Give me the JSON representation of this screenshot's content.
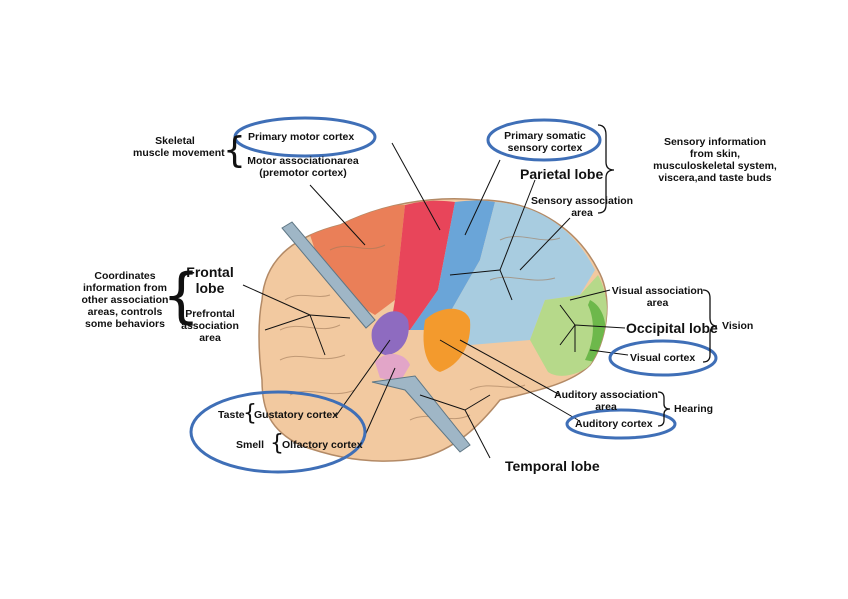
{
  "colors": {
    "ring": "#3f6fb7",
    "frontal": "#f2c9a0",
    "premotor": "#ea7f58",
    "motor": "#e8455a",
    "somatic": "#6aa5d8",
    "parietal": "#a8cce0",
    "occipital_assoc": "#b6d98a",
    "visual": "#6db84b",
    "auditory": "#f39a2d",
    "gustatory": "#8e6bc0",
    "olfactory": "#e2a5c8"
  },
  "labels": {
    "skeletal": "Skeletal\nmuscle movement",
    "primary_motor": "Primary motor cortex",
    "motor_assoc": "Motor associationarea\n(premotor cortex)",
    "primary_somatic": "Primary somatic\nsensory cortex",
    "parietal_lobe": "Parietal lobe",
    "sensory_assoc": "Sensory association\narea",
    "sensory_info": "Sensory information\nfrom skin,\nmusculoskeletal system,\nviscera,and taste buds",
    "coordinates": "Coordinates\ninformation from\nother association\nareas, controls\nsome behaviors",
    "frontal_lobe": "Frontal\nlobe",
    "prefrontal": "Prefrontal\nassociation\narea",
    "visual_assoc": "Visual association\narea",
    "occipital_lobe": "Occipital lobe",
    "vision": "Vision",
    "visual_cortex": "Visual cortex",
    "taste": "Taste",
    "gustatory": "Gustatory cortex",
    "smell": "Smell",
    "olfactory": "Olfactory cortex",
    "auditory_assoc": "Auditory association\narea",
    "hearing": "Hearing",
    "auditory_cortex": "Auditory cortex",
    "temporal_lobe": "Temporal lobe"
  }
}
